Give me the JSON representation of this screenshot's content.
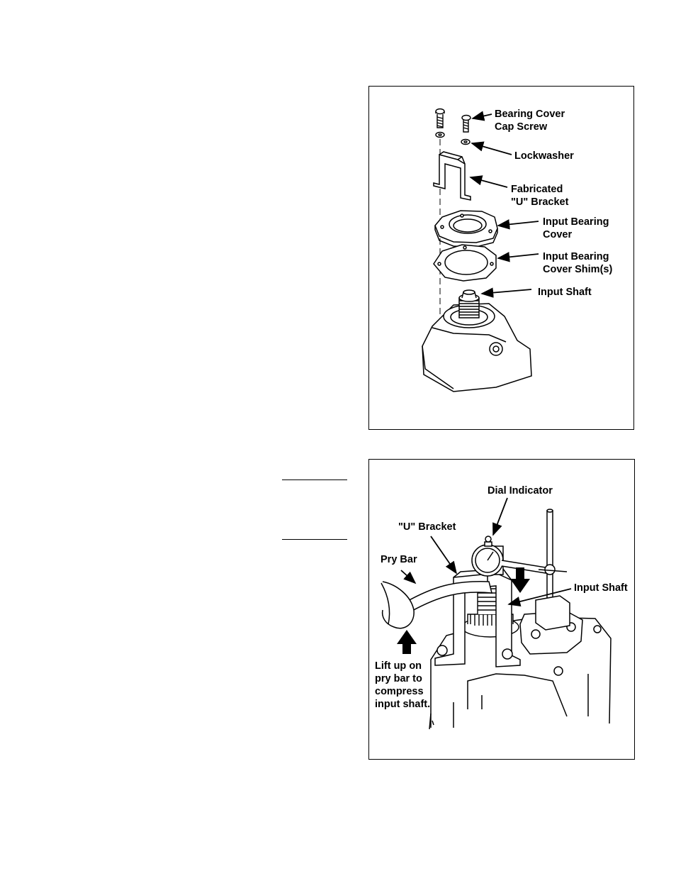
{
  "figure_top": {
    "labels": {
      "bearing_cover_cap_screw": [
        "Bearing Cover",
        "Cap Screw"
      ],
      "lockwasher": [
        "Lockwasher"
      ],
      "fabricated_u_bracket": [
        "Fabricated",
        "\"U\" Bracket"
      ],
      "input_bearing_cover": [
        "Input Bearing",
        "Cover"
      ],
      "input_bearing_cover_shims": [
        "Input Bearing",
        "Cover Shim(s)"
      ],
      "input_shaft": [
        "Input Shaft"
      ]
    }
  },
  "figure_bottom": {
    "labels": {
      "dial_indicator": [
        "Dial Indicator"
      ],
      "u_bracket": [
        "\"U\" Bracket"
      ],
      "pry_bar": [
        "Pry Bar"
      ],
      "input_shaft": [
        "Input Shaft"
      ],
      "lift_note": [
        "Lift up on",
        "pry bar to",
        "compress",
        "input shaft."
      ]
    }
  }
}
